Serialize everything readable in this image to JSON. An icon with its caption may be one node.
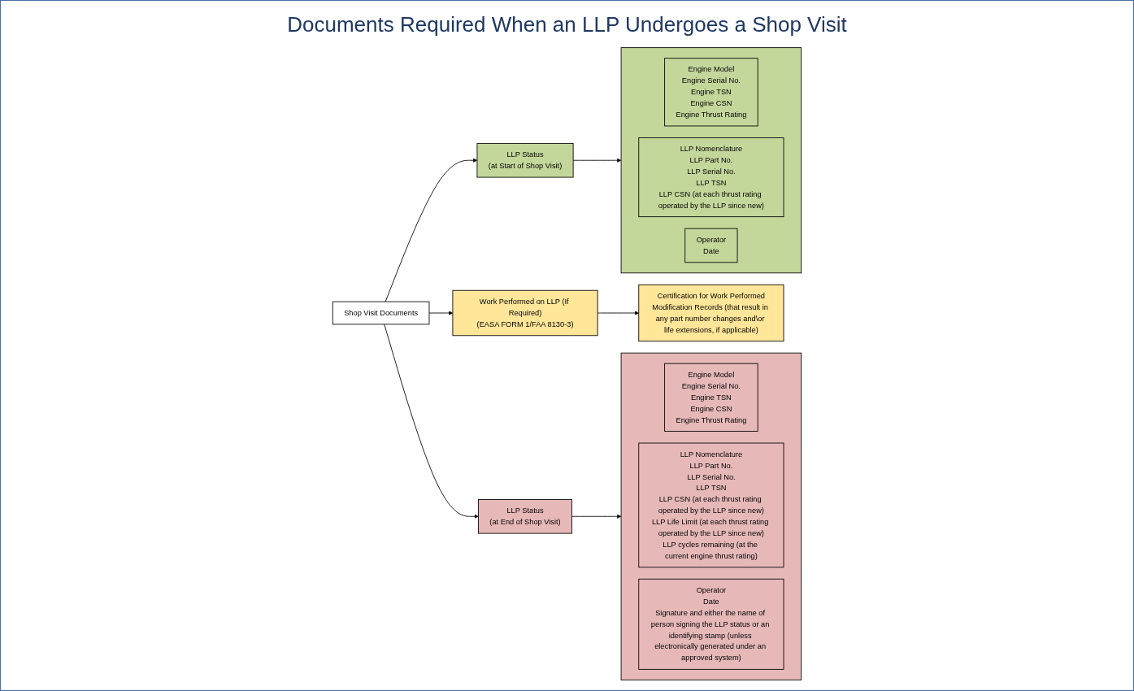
{
  "diagram": {
    "title": "Documents Required When an LLP Undergoes a Shop Visit",
    "nodes": [
      {
        "text": [
          "Shop Visit Documents"
        ]
      },
      {
        "text": [
          "LLP Status",
          "(at Start of Shop Visit)"
        ]
      },
      {
        "text": [],
        "shape": "box"
      },
      {
        "text": [
          "Engine Model",
          "Engine Serial No.",
          "Engine TSN",
          "Engine CSN",
          "Engine Thrust Rating"
        ],
        "in": 2
      },
      {
        "text": [
          "LLP Nomenclature",
          "LLP Part No.",
          "LLP Serial No.",
          "LLP TSN",
          "LLP CSN (at each thrust rating operated by the LLP since new)"
        ],
        "in": 2
      },
      {
        "text": [
          "Operator",
          "Date"
        ],
        "in": 2
      },
      {
        "text": [
          "Work Performed on LLP (If Required)",
          "(EASA FORM 1/FAA 8130-3)"
        ]
      },
      {
        "text": [
          "Certification for Work Performed",
          "Modification Records (that result in any part number changes and\\or life extensions, if applicable)"
        ]
      },
      {
        "text": [
          "LLP Status",
          "(at End of Shop Visit)"
        ]
      },
      {
        "text": [],
        "shape": "box"
      },
      {
        "text": [
          "Engine Model",
          "Engine Serial No.",
          "Engine TSN",
          "Engine CSN",
          "Engine Thrust Rating"
        ],
        "in": 9
      },
      {
        "text": [
          "LLP Nomenclature",
          "LLP Part No.",
          "LLP Serial No.",
          "LLP TSN",
          "LLP CSN (at each thrust rating operated by the LLP since new)",
          "LLP Life Limit (at each thrust rating operated by the LLP since new)",
          "LLP cycles remaining (at the current engine thrust rating)"
        ],
        "in": 9
      },
      {
        "text": [
          "Operator",
          "Date",
          "Signature and either the name of person signing the LLP status or an identifying stamp (unless electronically generated under an approved system)"
        ],
        "in": 9
      }
    ],
    "edges": [
      {
        "from": 0,
        "to": 1,
        "arrow": "to"
      },
      {
        "from": 0,
        "to": 6,
        "arrow": "to"
      },
      {
        "from": 0,
        "to": 8,
        "arrow": "to"
      },
      {
        "from": 1,
        "to": 2,
        "arrow": "to"
      },
      {
        "from": 6,
        "to": 7,
        "arrow": "to"
      },
      {
        "from": 8,
        "to": 9,
        "arrow": "to"
      }
    ]
  }
}
